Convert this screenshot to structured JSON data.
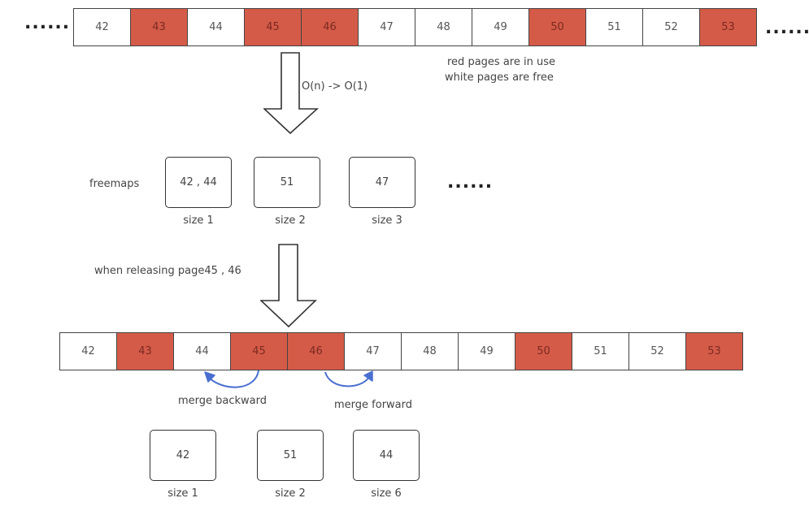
{
  "top_strip": {
    "leading_dots": "......",
    "trailing_dots": "......",
    "pages": [
      {
        "label": "42",
        "status": "free"
      },
      {
        "label": "43",
        "status": "used"
      },
      {
        "label": "44",
        "status": "free"
      },
      {
        "label": "45",
        "status": "used"
      },
      {
        "label": "46",
        "status": "used"
      },
      {
        "label": "47",
        "status": "free"
      },
      {
        "label": "48",
        "status": "free"
      },
      {
        "label": "49",
        "status": "free"
      },
      {
        "label": "50",
        "status": "used"
      },
      {
        "label": "51",
        "status": "free"
      },
      {
        "label": "52",
        "status": "free"
      },
      {
        "label": "53",
        "status": "used"
      }
    ]
  },
  "legend": {
    "line1": "red pages are in use",
    "line2": "white pages are free"
  },
  "arrow1_label": "O(n) -> O(1)",
  "freemaps": {
    "label": "freemaps",
    "trailing_dots": "......",
    "boxes": [
      {
        "content": "42 , 44",
        "size_label": "size 1"
      },
      {
        "content": "51",
        "size_label": "size 2"
      },
      {
        "content": "47",
        "size_label": "size 3"
      }
    ]
  },
  "release_label": "when releasing page45 , 46",
  "bottom_strip": {
    "pages": [
      {
        "label": "42",
        "status": "free"
      },
      {
        "label": "43",
        "status": "used"
      },
      {
        "label": "44",
        "status": "free"
      },
      {
        "label": "45",
        "status": "used"
      },
      {
        "label": "46",
        "status": "used"
      },
      {
        "label": "47",
        "status": "free"
      },
      {
        "label": "48",
        "status": "free"
      },
      {
        "label": "49",
        "status": "free"
      },
      {
        "label": "50",
        "status": "used"
      },
      {
        "label": "51",
        "status": "free"
      },
      {
        "label": "52",
        "status": "free"
      },
      {
        "label": "53",
        "status": "used"
      }
    ]
  },
  "merge_backward_label": "merge backward",
  "merge_forward_label": "merge forward",
  "result_freemaps": {
    "boxes": [
      {
        "content": "42",
        "size_label": "size 1"
      },
      {
        "content": "51",
        "size_label": "size 2"
      },
      {
        "content": "44",
        "size_label": "size 6"
      }
    ]
  },
  "colors": {
    "used_page": "#d55b49",
    "free_page": "#ffffff",
    "merge_arrow": "#4a6fd0",
    "outline": "#333333"
  }
}
